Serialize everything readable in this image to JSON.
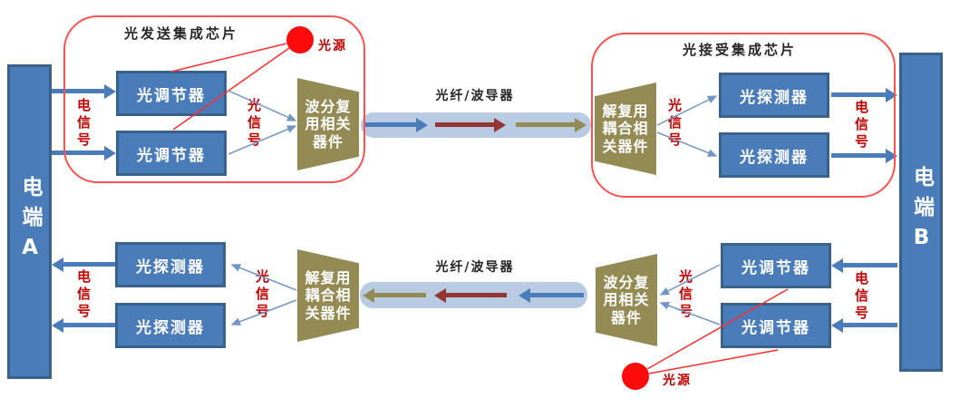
{
  "diagram": {
    "terminals": {
      "a": "电端A",
      "b": "电端B"
    },
    "chips": {
      "tx_title": "光发送集成芯片",
      "rx_title": "光接受集成芯片"
    },
    "components": {
      "modulator": "光调节器",
      "detector": "光探测器",
      "mux": "波分复用相关器件",
      "demux": "解复用耦合相关器件",
      "light_source": "光源"
    },
    "links": {
      "fiber": "光纤/波导器",
      "electrical_signal": "电信号",
      "optical_signal": "光信号"
    },
    "colors": {
      "box_blue": "#4a7cba",
      "box_border": "#38618c",
      "trapezoid_olive": "#948a54",
      "fiber_band": "#b9cbe2",
      "arrow_blue": "#4a7cba",
      "arrow_dark_red": "#943634",
      "arrow_olive": "#948a54",
      "chip_outline_red": "#ff5151",
      "signal_text_red": "#c00000",
      "light_source_red": "#fe0b0b"
    }
  }
}
